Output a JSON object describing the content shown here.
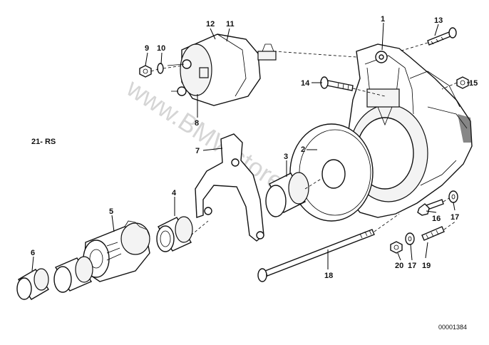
{
  "diagram": {
    "group_label": "21- RS",
    "watermark": "www.BMWstore.pl",
    "ref_number": "00001384",
    "callouts": [
      {
        "id": "1",
        "text": "1"
      },
      {
        "id": "2",
        "text": "2"
      },
      {
        "id": "3",
        "text": "3"
      },
      {
        "id": "4",
        "text": "4"
      },
      {
        "id": "5",
        "text": "5"
      },
      {
        "id": "6",
        "text": "6"
      },
      {
        "id": "7",
        "text": "7"
      },
      {
        "id": "8",
        "text": "8"
      },
      {
        "id": "9",
        "text": "9"
      },
      {
        "id": "10",
        "text": "10"
      },
      {
        "id": "11",
        "text": "11"
      },
      {
        "id": "12",
        "text": "12"
      },
      {
        "id": "13",
        "text": "13"
      },
      {
        "id": "14",
        "text": "14"
      },
      {
        "id": "15",
        "text": "15"
      },
      {
        "id": "16",
        "text": "16"
      },
      {
        "id": "17a",
        "text": "17"
      },
      {
        "id": "17b",
        "text": "17"
      },
      {
        "id": "18",
        "text": "18"
      },
      {
        "id": "19",
        "text": "19"
      },
      {
        "id": "20",
        "text": "20"
      }
    ]
  }
}
